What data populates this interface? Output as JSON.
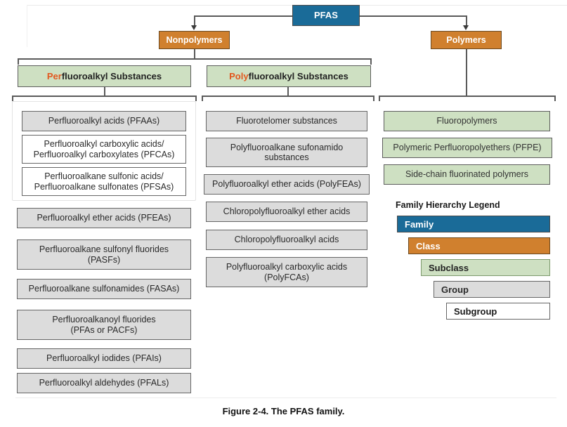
{
  "figure": {
    "caption": "Figure 2-4. The PFAS family."
  },
  "family": {
    "label": "PFAS"
  },
  "classes": [
    {
      "label": "Nonpolymers"
    },
    {
      "label": "Polymers"
    }
  ],
  "subclasses": [
    {
      "prefix": "Per",
      "rest": "fluoroalkyl Substances"
    },
    {
      "prefix": "Poly",
      "rest": "fluoroalkyl Substances"
    }
  ],
  "columns": {
    "perfluoroalkyl": {
      "grouped": {
        "group_label": "Perfluoroalkyl acids (PFAAs)",
        "subgroups": [
          "Perfluoroalkyl carboxylic acids/\nPerfluoroalkyl carboxylates (PFCAs)",
          "Perfluoroalkane sulfonic acids/\nPerfluoroalkane sulfonates (PFSAs)"
        ]
      },
      "groups": [
        "Perfluoroalkyl ether acids (PFEAs)",
        "Perfluoroalkane sulfonyl fluorides\n(PASFs)",
        "Perfluoroalkane sulfonamides (FASAs)",
        "Perfluoroalkanoyl fluorides\n(PFAs or PACFs)",
        "Perfluoroalkyl iodides (PFAIs)",
        "Perfluoroalkyl aldehydes (PFALs)"
      ]
    },
    "polyfluoroalkyl": {
      "groups": [
        "Fluorotelomer substances",
        "Polyfluoroalkane sufonamido\nsubstances",
        "Polyfluoroalkyl ether acids (PolyFEAs)",
        "Chloropolyfluoroalkyl ether acids",
        "Chloropolyfluoroalkyl acids",
        "Polyfluoroalkyl carboxylic acids\n(PolyFCAs)"
      ]
    },
    "polymers": {
      "subclasses": [
        "Fluoropolymers",
        "Polymeric Perfluoropolyethers (PFPE)",
        "Side-chain fluorinated polymers"
      ]
    }
  },
  "legend": {
    "title": "Family Hierarchy Legend",
    "items": [
      {
        "label": "Family",
        "color": "#1a6b98"
      },
      {
        "label": "Class",
        "color": "#d0802e"
      },
      {
        "label": "Subclass",
        "color": "#cee0c2"
      },
      {
        "label": "Group",
        "color": "#dcdcdc"
      },
      {
        "label": "Subgroup",
        "color": "#ffffff"
      }
    ]
  },
  "colors": {
    "family": "#1a6b98",
    "class": "#d0802e",
    "subclass": "#cee0c2",
    "group": "#dcdcdc",
    "subgroup": "#ffffff",
    "accent_text": "#e2581f",
    "connector": "#5a5a5a"
  }
}
